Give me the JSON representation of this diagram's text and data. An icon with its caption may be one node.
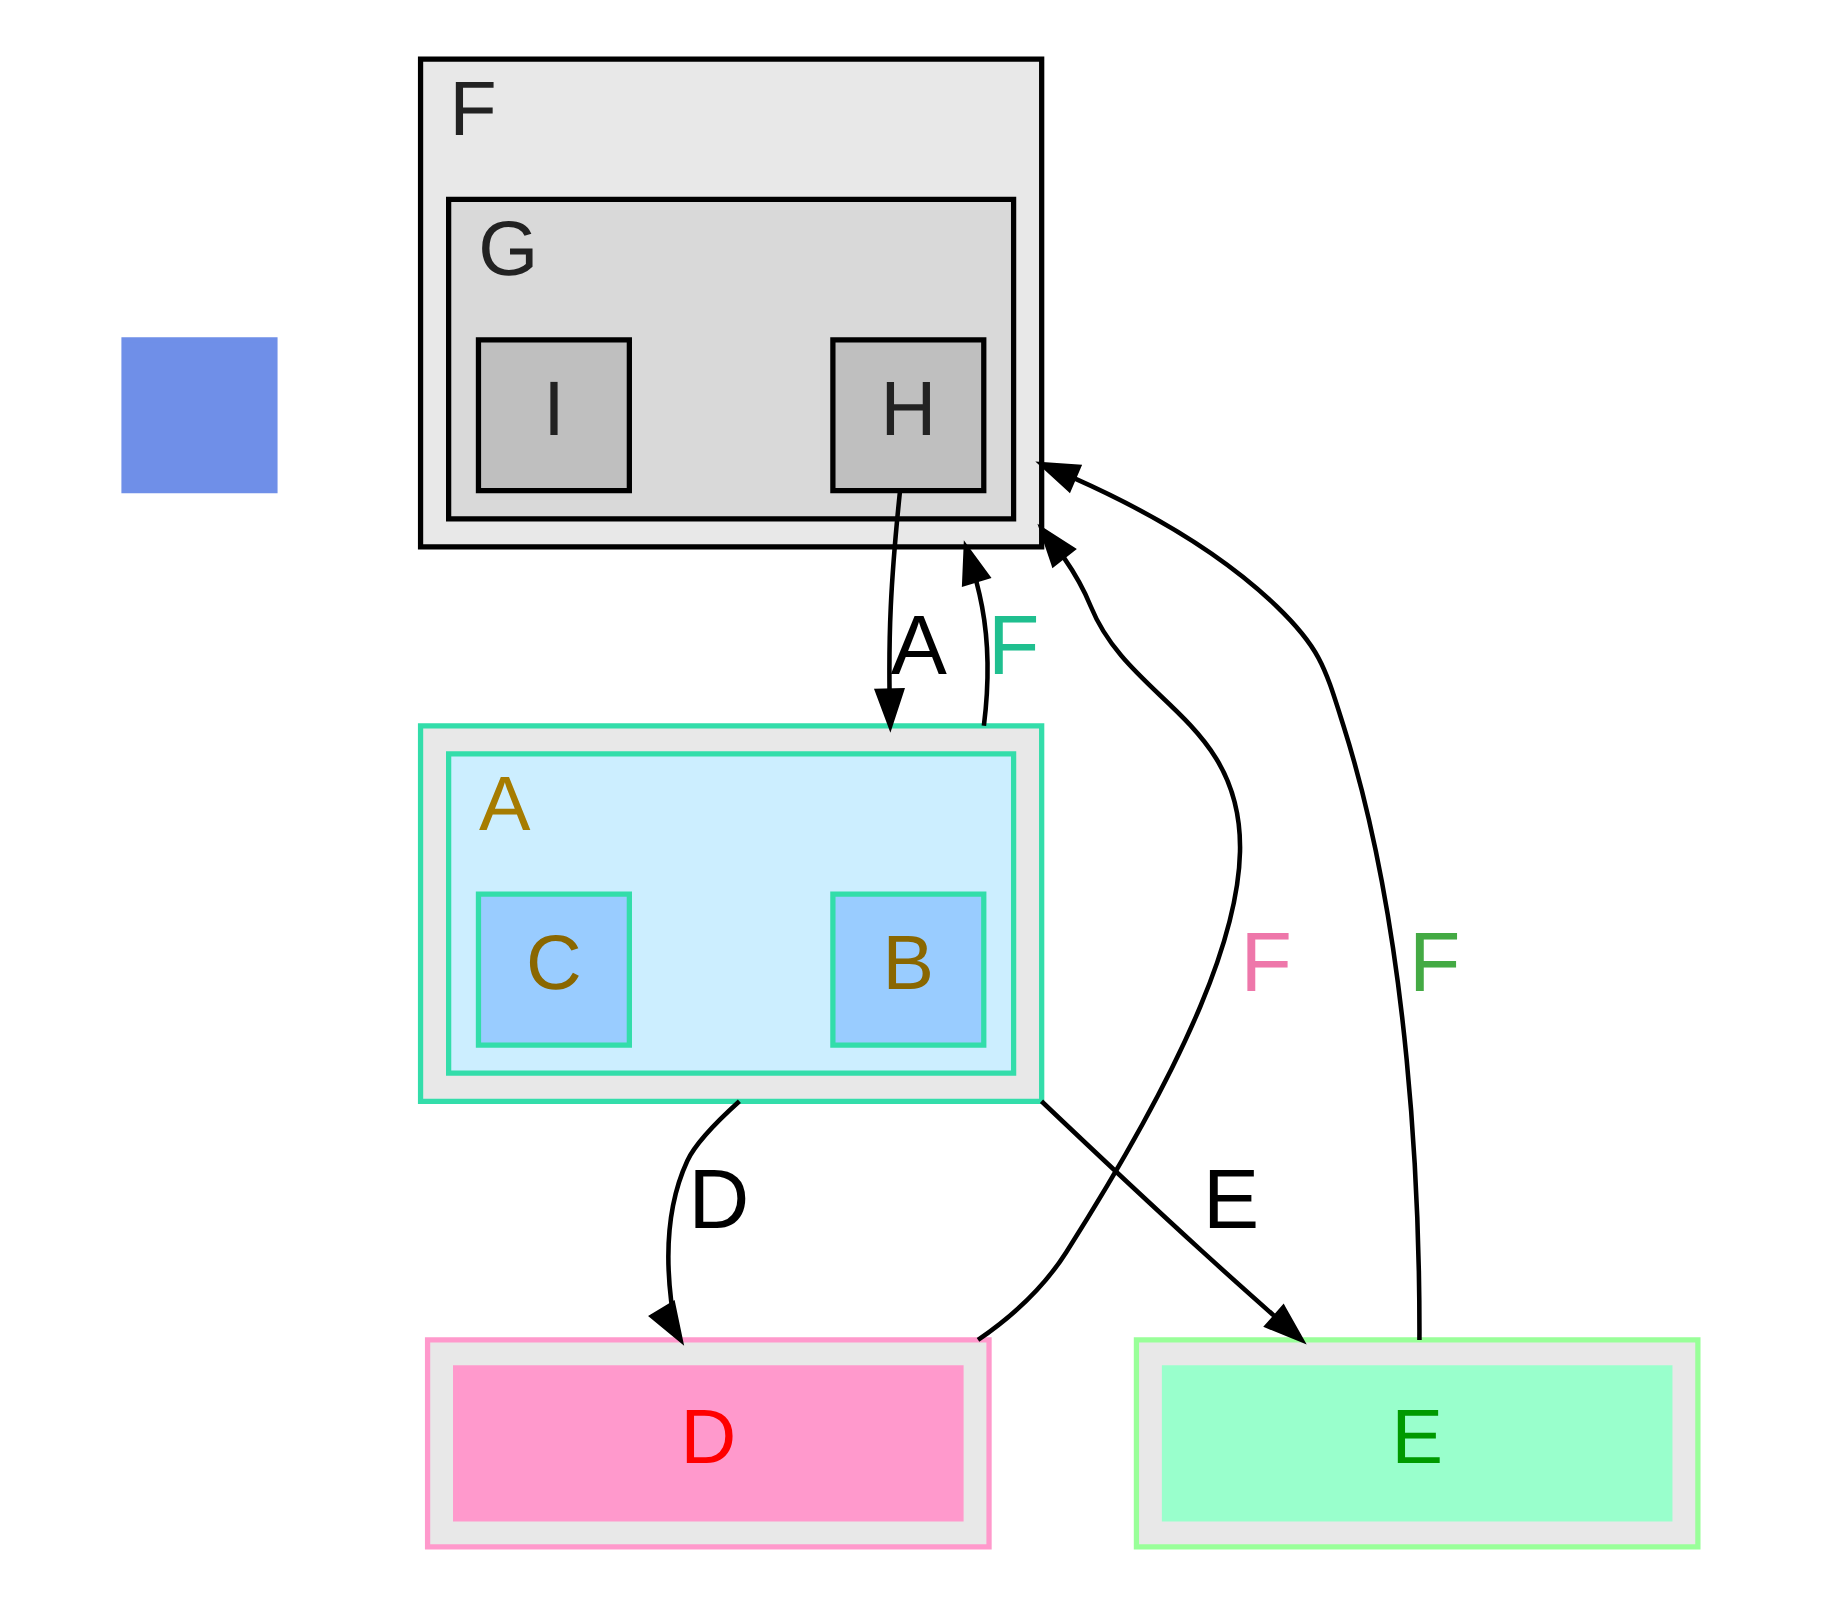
{
  "diagram": {
    "nodes": [
      {
        "text": [],
        "shape": "box"
      },
      {
        "text": [
          "F"
        ]
      },
      {
        "text": [
          "G"
        ],
        "in": 1
      },
      {
        "text": [
          "H"
        ],
        "in": 2
      },
      {
        "text": [
          "I"
        ],
        "in": 2
      },
      {
        "text": [],
        "shape": "box"
      },
      {
        "text": [
          "A"
        ],
        "in": 5
      },
      {
        "text": [
          "B"
        ],
        "in": 6
      },
      {
        "text": [
          "C"
        ],
        "in": 6
      },
      {
        "text": [],
        "shape": "box"
      },
      {
        "text": [
          "D"
        ],
        "in": 9
      },
      {
        "text": [],
        "shape": "box"
      },
      {
        "text": [
          "E"
        ],
        "in": 11
      }
    ],
    "edges": [
      {
        "from": 3,
        "to": 5,
        "arrow": "to",
        "label": "A"
      },
      {
        "from": 5,
        "to": 1,
        "arrow": "to",
        "label": "F"
      },
      {
        "from": 9,
        "to": 1,
        "arrow": "to",
        "label": "F"
      },
      {
        "from": 5,
        "to": 9,
        "arrow": "to",
        "label": "D"
      },
      {
        "from": 5,
        "to": 11,
        "arrow": "to",
        "label": "E"
      },
      {
        "from": 11,
        "to": 1,
        "arrow": "to",
        "label": "F"
      }
    ]
  }
}
